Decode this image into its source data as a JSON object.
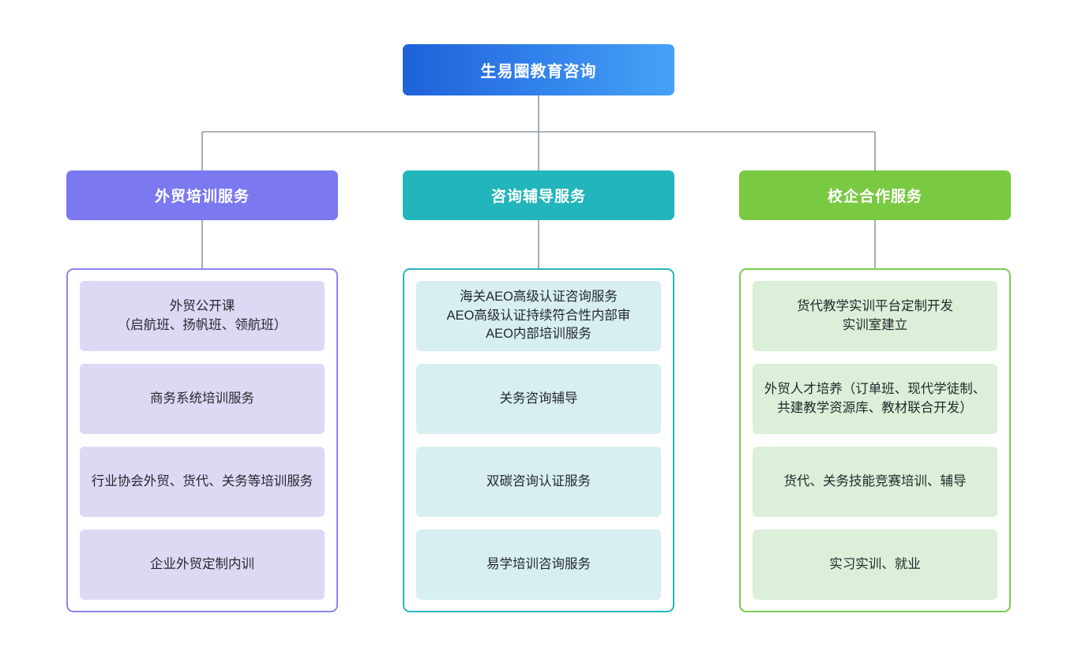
{
  "diagram": {
    "type": "organization-tree",
    "title": "生易圈教育咨询",
    "colors": {
      "root_gradient_from": "#1f62d8",
      "root_gradient_to": "#46a2f6",
      "branch_1": "#7b78f0",
      "branch_2": "#22b5bb",
      "branch_3": "#7ac943",
      "card_1": "#ddd9f5",
      "card_2": "#d7eff0",
      "card_3": "#dcefd8",
      "connector": "#8d9aa4",
      "text": "#24292e"
    },
    "root": {
      "label": "生易圈教育咨询"
    },
    "branches": [
      {
        "id": "foreign-trade-training",
        "header": "外贸培训服务",
        "items": [
          "外贸公开课\n（启航班、扬帆班、领航班）",
          "商务系统培训服务",
          "行业协会外贸、货代、关务等培训服务",
          "企业外贸定制内训"
        ]
      },
      {
        "id": "consulting-coaching",
        "header": "咨询辅导服务",
        "items": [
          "海关AEO高级认证咨询服务\nAEO高级认证持续符合性内部审\nAEO内部培训服务",
          "关务咨询辅导",
          "双碳咨询认证服务",
          "易学培训咨询服务"
        ]
      },
      {
        "id": "school-enterprise-cooperation",
        "header": "校企合作服务",
        "items": [
          "货代教学实训平台定制开发\n实训室建立",
          "外贸人才培养（订单班、现代学徒制、共建教学资源库、教材联合开发）",
          "货代、关务技能竞赛培训、辅导",
          "实习实训、就业"
        ]
      }
    ]
  }
}
